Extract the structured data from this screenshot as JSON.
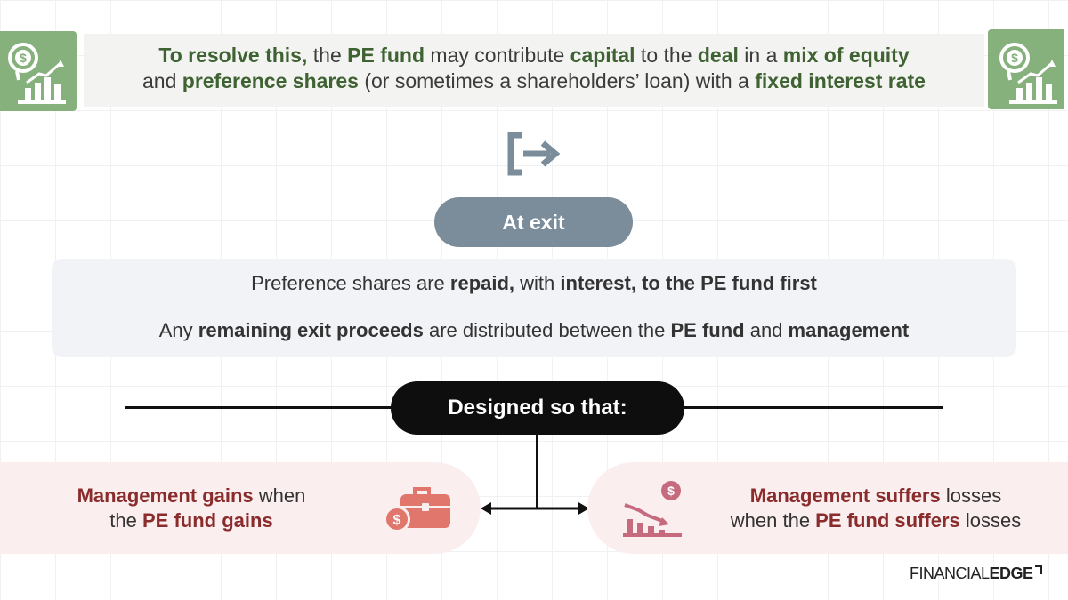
{
  "top": {
    "line1": [
      {
        "t": "To resolve this,",
        "bold": true
      },
      {
        "t": " the ",
        "bold": false
      },
      {
        "t": "PE fund",
        "bold": true
      },
      {
        "t": " may contribute ",
        "bold": false
      },
      {
        "t": "capital",
        "bold": true
      },
      {
        "t": " to the ",
        "bold": false
      },
      {
        "t": "deal",
        "bold": true
      },
      {
        "t": " in a ",
        "bold": false
      },
      {
        "t": "mix of equity",
        "bold": true
      }
    ],
    "line2": [
      {
        "t": "and ",
        "bold": false
      },
      {
        "t": "preference shares",
        "bold": true
      },
      {
        "t": " (or sometimes a shareholders’ loan) with a ",
        "bold": false
      },
      {
        "t": "fixed interest rate",
        "bold": true
      }
    ]
  },
  "at_exit": "At exit",
  "middle": {
    "line1": [
      {
        "t": "Preference shares are ",
        "bold": false
      },
      {
        "t": "repaid,",
        "bold": true
      },
      {
        "t": " with ",
        "bold": false
      },
      {
        "t": "interest,",
        "bold": true
      },
      {
        "t": " ",
        "bold": false
      },
      {
        "t": "to the PE fund first",
        "bold": true
      }
    ],
    "line2": [
      {
        "t": "Any ",
        "bold": false
      },
      {
        "t": "remaining exit proceeds",
        "bold": true
      },
      {
        "t": " are distributed between the ",
        "bold": false
      },
      {
        "t": "PE fund",
        "bold": true
      },
      {
        "t": " and ",
        "bold": false
      },
      {
        "t": "management",
        "bold": true
      }
    ]
  },
  "designed": "Designed so that:",
  "left_panel": {
    "line1": [
      {
        "t": "Management gains",
        "bold": true
      },
      {
        "t": " when",
        "bold": false
      }
    ],
    "line2": [
      {
        "t": "the ",
        "bold": false
      },
      {
        "t": "PE fund gains",
        "bold": true
      }
    ]
  },
  "right_panel": {
    "line1": [
      {
        "t": "Management suffers",
        "bold": true
      },
      {
        "t": " losses",
        "bold": false
      }
    ],
    "line2": [
      {
        "t": "when the ",
        "bold": false
      },
      {
        "t": "PE fund suffers",
        "bold": true
      },
      {
        "t": " losses",
        "bold": false
      }
    ]
  },
  "logo": {
    "part1": "FINANCIAL",
    "part2": "EDGE"
  },
  "icons": {
    "top_left": "money-growth-chart-icon",
    "top_right": "money-growth-chart-icon",
    "exit": "exit-arrow-icon",
    "left_panel": "briefcase-dollar-icon",
    "right_panel": "declining-chart-dollar-icon"
  },
  "colors": {
    "green_text": "#3f6232",
    "green_icon_bg": "#86b07c",
    "slate_pill": "#7b8c9a",
    "dark_red_text": "#8a2c2c",
    "pink_panel": "#fbeeef",
    "coral_icon": "#e0766c"
  }
}
